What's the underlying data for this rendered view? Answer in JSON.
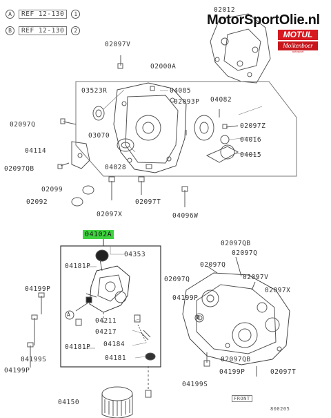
{
  "refs": [
    {
      "letter": "A",
      "text": "REF 12-130",
      "num": "1"
    },
    {
      "letter": "B",
      "text": "REF 12-130",
      "num": "2"
    }
  ],
  "brand": {
    "name": "MotorSportOlie.nl",
    "motul": "MOTUL",
    "dealer": "Molkenboer",
    "tagline": "autosport",
    "red": "#d71920"
  },
  "highlight_label": "04102A",
  "highlight_color": "#3fd33f",
  "labels": {
    "p02012": "02012",
    "p02097V_top": "02097V",
    "p02000A": "02000A",
    "p03523R": "03523R",
    "p04085": "04085",
    "p04082": "04082",
    "p02093P": "02093P",
    "p02097Q_left": "02097Q",
    "p02097Z": "02097Z",
    "p03070": "03070",
    "p04016": "04016",
    "p04114": "04114",
    "p04015": "04015",
    "p02097QB_left": "02097QB",
    "p04028": "04028",
    "p02099": "02099",
    "p02092": "02092",
    "p02097T_mid": "02097T",
    "p02097X_mid": "02097X",
    "p04096W": "04096W",
    "p04353": "04353",
    "p04181P_a": "04181P",
    "p04211": "04211",
    "p04217": "04217",
    "p04184": "04184",
    "p04181P_b": "04181P",
    "p04181": "04181",
    "p04199P_l1": "04199P",
    "p04199S_l": "04199S",
    "p04199P_l2": "04199P",
    "p04150": "04150",
    "p02097QB_r": "02097QB",
    "p02097Q_r1": "02097Q",
    "p02097Q_r2": "02097Q",
    "p02097V_r": "02097V",
    "p02097Q_r3": "02097Q",
    "p02097X_r": "02097X",
    "p04199P_r1": "04199P",
    "p02097QB_r2": "02097QB",
    "p04199P_r2": "04199P",
    "p04199S_r": "04199S",
    "p02097T_r": "02097T",
    "front": "FRONT",
    "drawing_no": "800205"
  },
  "callouts": [
    {
      "letter": "A"
    },
    {
      "letter": "B"
    }
  ]
}
